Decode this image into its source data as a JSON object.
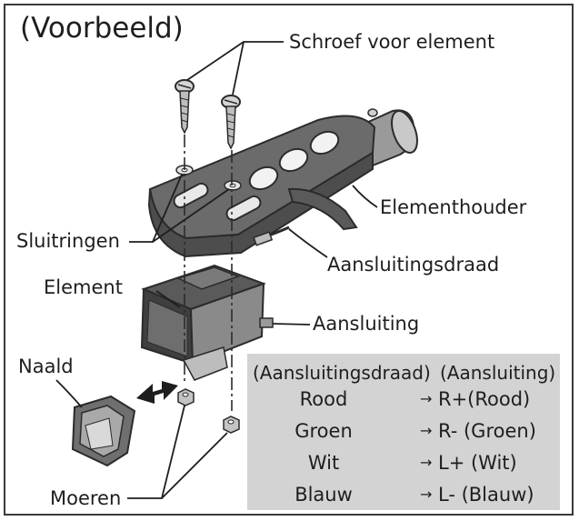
{
  "title": "(Voorbeeld)",
  "labels": {
    "screws": "Schroef voor element",
    "headshell": "Elementhouder",
    "washers": "Sluitringen",
    "lead_wire": "Aansluitingsdraad",
    "cartridge": "Element",
    "terminal": "Aansluiting",
    "stylus": "Naald",
    "nuts": "Moeren"
  },
  "table": {
    "header_left": "(Aansluitingsdraad)",
    "header_right": "(Aansluiting)",
    "arrow": "→",
    "rows": [
      {
        "wire": "Rood",
        "terminal": "R+(Rood)"
      },
      {
        "wire": "Groen",
        "terminal": "R- (Groen)"
      },
      {
        "wire": "Wit",
        "terminal": "L+ (Wit)"
      },
      {
        "wire": "Blauw",
        "terminal": "L- (Blauw)"
      }
    ]
  },
  "colors": {
    "ink": "#1e1e1e",
    "metal_dark": "#5e5e5e",
    "metal_mid": "#8a8a8a",
    "metal_light": "#c9c9c9",
    "table_bg": "#d3d3d3"
  }
}
